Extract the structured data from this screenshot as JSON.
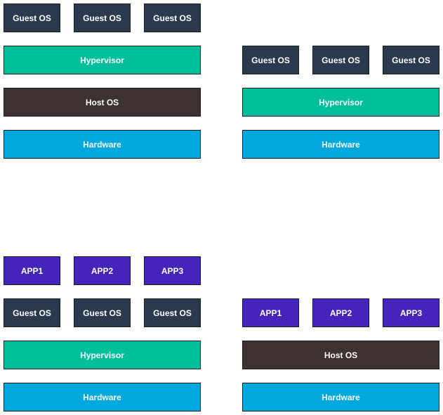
{
  "diagram_top_left": {
    "guest_os": [
      "Guest OS",
      "Guest OS",
      "Guest OS"
    ],
    "hypervisor": "Hypervisor",
    "host_os": "Host OS",
    "hardware": "Hardware"
  },
  "diagram_top_right": {
    "guest_os": [
      "Guest OS",
      "Guest OS",
      "Guest OS"
    ],
    "hypervisor": "Hypervisor",
    "hardware": "Hardware"
  },
  "diagram_bottom_left": {
    "apps": [
      "APP1",
      "APP2",
      "APP3"
    ],
    "guest_os": [
      "Guest OS",
      "Guest OS",
      "Guest OS"
    ],
    "hypervisor": "Hypervisor",
    "hardware": "Hardware"
  },
  "diagram_bottom_right": {
    "apps": [
      "APP1",
      "APP2",
      "APP3"
    ],
    "host_os": "Host OS",
    "hardware": "Hardware"
  },
  "colors": {
    "guest_os": "#2b3a4e",
    "hypervisor": "#00bf9a",
    "host_os": "#3d3231",
    "hardware": "#00a8dd",
    "app": "#4524bb"
  }
}
